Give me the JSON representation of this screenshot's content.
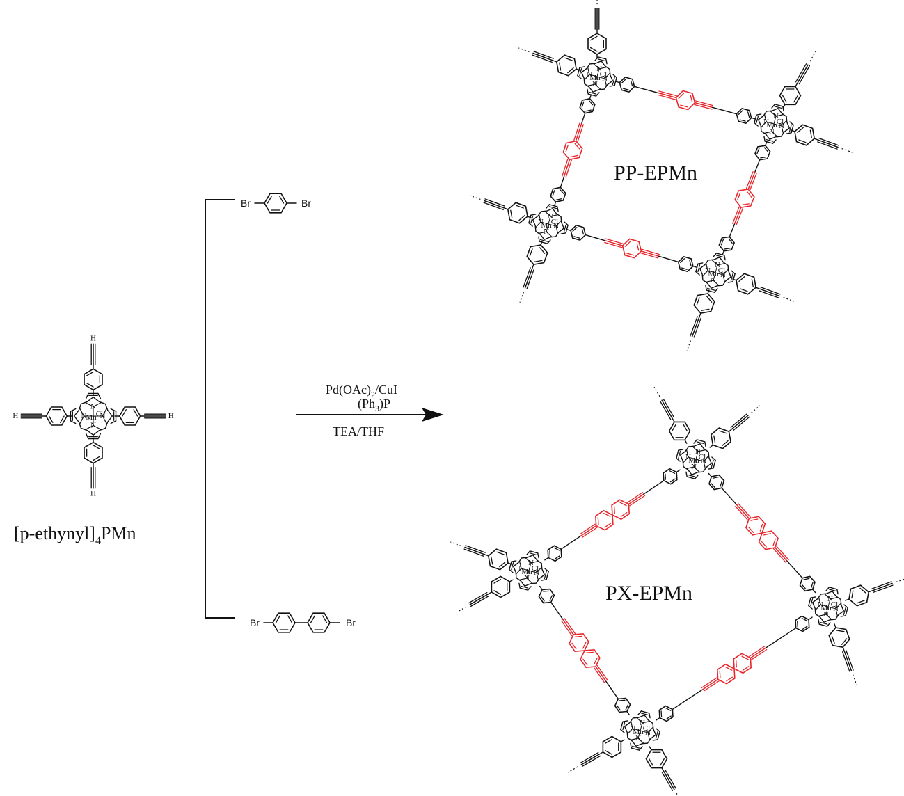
{
  "monomer": {
    "label": "[p-ethynyl]",
    "label_sub": "4",
    "label_tail": "PMn",
    "terminal_atom": "H",
    "metal": "Mn",
    "ligand": "Cl",
    "n_atom": "N"
  },
  "linkers": {
    "top": {
      "left_atom": "Br",
      "right_atom": "Br"
    },
    "bottom": {
      "left_atom": "Br",
      "right_atom": "Br"
    }
  },
  "conditions": {
    "line1": "Pd(OAc)",
    "line1_sub": "2",
    "line1_tail": "/CuI",
    "line2": "(Ph",
    "line2_sub": "3",
    "line2_tail": ")P",
    "line3": "TEA/THF"
  },
  "products": {
    "pp": {
      "label": "PP-EPMn"
    },
    "px": {
      "label": "PX-EPMn"
    }
  },
  "colors": {
    "linker": "#e8262b",
    "bond": "#111111"
  }
}
